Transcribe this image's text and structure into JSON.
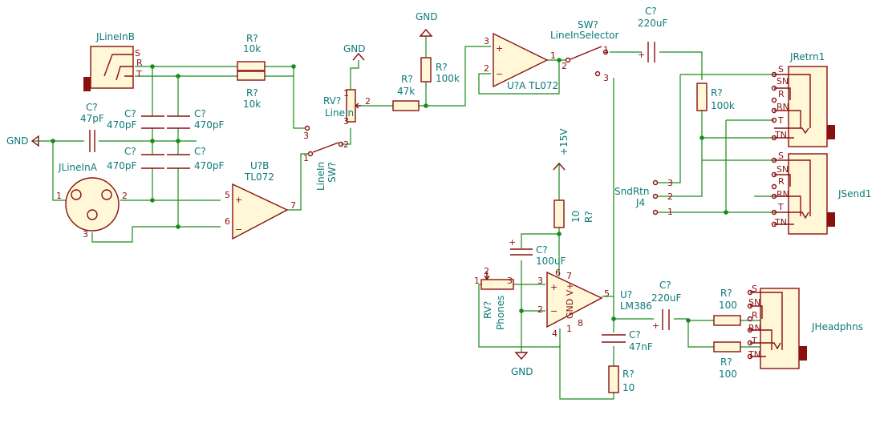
{
  "labels": {
    "jlineinb": "JLineInB",
    "s": "S",
    "r": "R",
    "t": "T",
    "rq": "R?",
    "r10k": "10k",
    "c47": "47pF",
    "cq": "C?",
    "c470": "470pF",
    "gnd": "GND",
    "jlinea": "JLineInA",
    "ub": "U?B",
    "tl072": "TL072",
    "rv": "RV?",
    "linein": "LineIn",
    "sw": "SW?",
    "lineinsw": "LineIn",
    "r47k": "47k",
    "r100k": "100k",
    "ua": "U?A TL072",
    "swsel": "SW?",
    "selector": "LineInSelector",
    "c220": "220uF",
    "jretrn": "JRetrn1",
    "sn": "SN",
    "rn": "RN",
    "tn": "TN",
    "jsend": "JSend1",
    "sndrtn": "SndRtn",
    "j4": "J4",
    "p15": "+15V",
    "r10": "10",
    "c100": "100uF",
    "rvph": "RV?",
    "phones": "Phones",
    "u": "U?",
    "lm386": "LM386",
    "gndv": "GND V+",
    "c47n": "47nF",
    "r100": "100",
    "jheadphns": "JHeadphns"
  }
}
